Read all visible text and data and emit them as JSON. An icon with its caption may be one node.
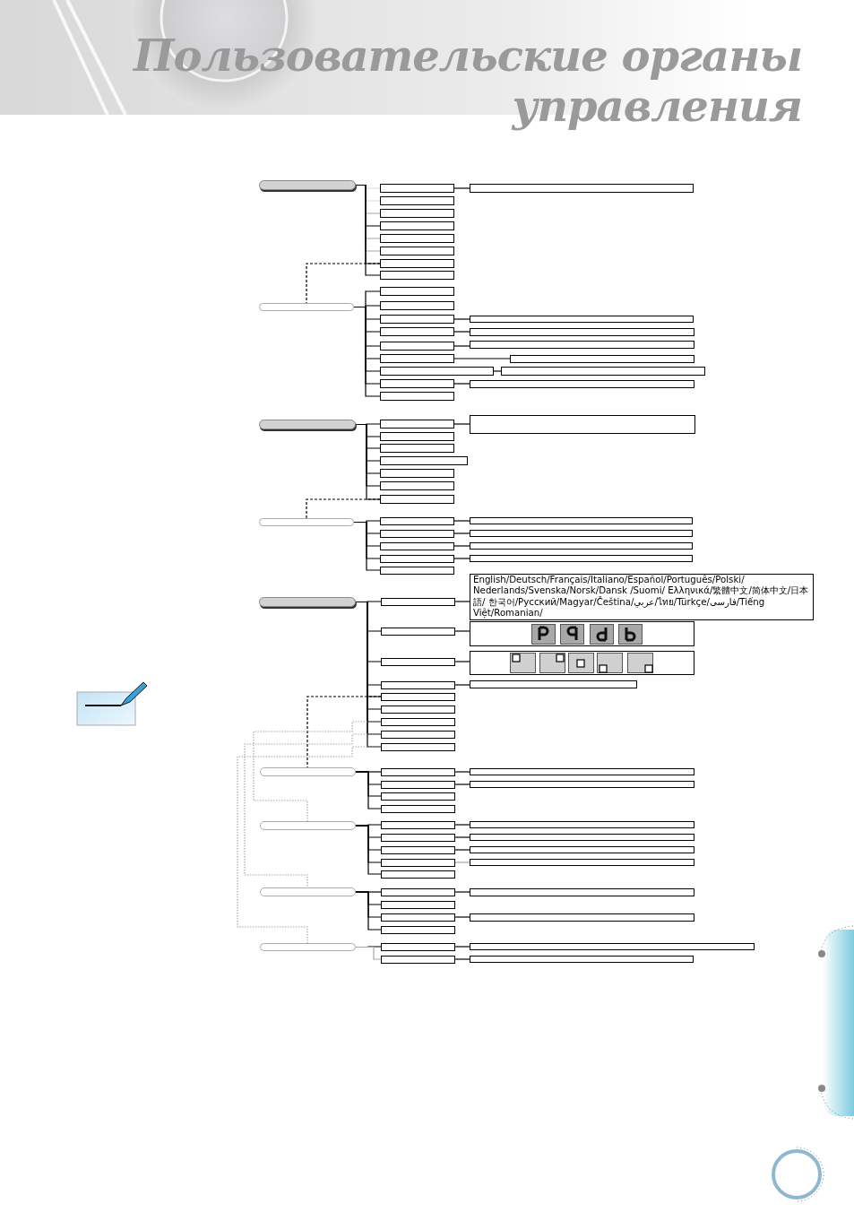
{
  "diagram": {
    "title": "Пользовательские органы управления",
    "nodes": [
      {
        "text": [],
        "shape": "pill"
      },
      {
        "text": [],
        "shape": "box"
      },
      {
        "text": [],
        "shape": "box"
      },
      {
        "text": [],
        "shape": "box"
      },
      {
        "text": [],
        "shape": "box"
      },
      {
        "text": [],
        "shape": "box"
      },
      {
        "text": [],
        "shape": "box"
      },
      {
        "text": [],
        "shape": "box"
      },
      {
        "text": [],
        "shape": "box"
      },
      {
        "text": [],
        "shape": "box"
      },
      {
        "text": [],
        "shape": "pill"
      },
      {
        "text": [],
        "shape": "box"
      },
      {
        "text": [],
        "shape": "box"
      },
      {
        "text": [],
        "shape": "box"
      },
      {
        "text": [],
        "shape": "box"
      },
      {
        "text": [],
        "shape": "box"
      },
      {
        "text": [],
        "shape": "box"
      },
      {
        "text": [],
        "shape": "box"
      },
      {
        "text": [],
        "shape": "box"
      },
      {
        "text": [],
        "shape": "box"
      },
      {
        "text": [],
        "shape": "box"
      },
      {
        "text": [],
        "shape": "box"
      },
      {
        "text": [],
        "shape": "box"
      },
      {
        "text": [],
        "shape": "box"
      },
      {
        "text": [],
        "shape": "box"
      },
      {
        "text": [],
        "shape": "box"
      },
      {
        "text": [],
        "shape": "pill"
      },
      {
        "text": [],
        "shape": "box"
      },
      {
        "text": [],
        "shape": "box"
      },
      {
        "text": [],
        "shape": "box"
      },
      {
        "text": [],
        "shape": "box"
      },
      {
        "text": [],
        "shape": "box"
      },
      {
        "text": [],
        "shape": "box"
      },
      {
        "text": [],
        "shape": "box"
      },
      {
        "text": [],
        "shape": "box"
      },
      {
        "text": [],
        "shape": "pill"
      },
      {
        "text": [],
        "shape": "box"
      },
      {
        "text": [],
        "shape": "box"
      },
      {
        "text": [],
        "shape": "box"
      },
      {
        "text": [],
        "shape": "box"
      },
      {
        "text": [],
        "shape": "box"
      },
      {
        "text": [],
        "shape": "box"
      },
      {
        "text": [],
        "shape": "box"
      },
      {
        "text": [],
        "shape": "box"
      },
      {
        "text": [],
        "shape": "box"
      },
      {
        "text": [],
        "shape": "pill"
      },
      {
        "text": [],
        "shape": "box"
      },
      {
        "text": [],
        "shape": "box"
      },
      {
        "text": [],
        "shape": "box"
      },
      {
        "text": [],
        "shape": "box"
      },
      {
        "text": [],
        "shape": "box"
      },
      {
        "text": [],
        "shape": "box"
      },
      {
        "text": [],
        "shape": "box"
      },
      {
        "text": [],
        "shape": "box"
      },
      {
        "text": [],
        "shape": "box"
      },
      {
        "text": [
          "English/Deutsch/Français/Italiano/Español/Português/Polski/ Nederlands/Svenska/Norsk/Dansk /Suomi/ Ελληνικά/繁體中文/简体中文/日本語/ 한국어/Русский/Magyar/Čeština/عربي/ไทย/Türkçe/فارسی/Tiếng Việt/Romanian/"
        ]
      },
      {
        "text": [],
        "shape": "box"
      },
      {
        "text": [],
        "shape": "box"
      },
      {
        "text": [],
        "shape": "box"
      },
      {
        "text": [],
        "shape": "pill"
      },
      {
        "text": [],
        "shape": "box"
      },
      {
        "text": [],
        "shape": "box"
      },
      {
        "text": [],
        "shape": "box"
      },
      {
        "text": [],
        "shape": "box"
      },
      {
        "text": [],
        "shape": "box"
      },
      {
        "text": [],
        "shape": "box"
      },
      {
        "text": [],
        "shape": "pill"
      },
      {
        "text": [],
        "shape": "box"
      },
      {
        "text": [],
        "shape": "box"
      },
      {
        "text": [],
        "shape": "box"
      },
      {
        "text": [],
        "shape": "box"
      },
      {
        "text": [],
        "shape": "box"
      },
      {
        "text": [],
        "shape": "box"
      },
      {
        "text": [],
        "shape": "box"
      },
      {
        "text": [],
        "shape": "box"
      },
      {
        "text": [],
        "shape": "box"
      },
      {
        "text": [],
        "shape": "pill"
      },
      {
        "text": [],
        "shape": "box"
      },
      {
        "text": [],
        "shape": "box"
      },
      {
        "text": [],
        "shape": "box"
      },
      {
        "text": [],
        "shape": "box"
      },
      {
        "text": [],
        "shape": "box"
      },
      {
        "text": [],
        "shape": "box"
      },
      {
        "text": [],
        "shape": "pill"
      },
      {
        "text": [],
        "shape": "box"
      },
      {
        "text": [],
        "shape": "box"
      },
      {
        "text": [],
        "shape": "box"
      },
      {
        "text": [],
        "shape": "box"
      }
    ],
    "edges": [
      {
        "from": 0,
        "to": 1,
        "arrow": "none",
        "color": "#d9d9d9"
      },
      {
        "from": 0,
        "to": 2,
        "arrow": "none",
        "color": "#d9d9d9"
      },
      {
        "from": 0,
        "to": 3,
        "arrow": "none",
        "color": "#a6a6a6"
      },
      {
        "from": 0,
        "to": 4,
        "arrow": "none"
      },
      {
        "from": 0,
        "to": 5,
        "arrow": "none",
        "color": "#a6a6a6"
      },
      {
        "from": 0,
        "to": 6,
        "arrow": "none",
        "color": "#a6a6a6"
      },
      {
        "from": 0,
        "to": 7,
        "arrow": "none"
      },
      {
        "from": 0,
        "to": 8,
        "arrow": "none"
      },
      {
        "from": 1,
        "to": 9,
        "arrow": "none"
      },
      {
        "from": 7,
        "to": 10,
        "arrow": "none",
        "style": "dashed"
      },
      {
        "from": 10,
        "to": 11,
        "arrow": "none"
      },
      {
        "from": 10,
        "to": 12,
        "arrow": "none"
      },
      {
        "from": 10,
        "to": 13,
        "arrow": "none"
      },
      {
        "from": 10,
        "to": 14,
        "arrow": "none"
      },
      {
        "from": 10,
        "to": 15,
        "arrow": "none"
      },
      {
        "from": 10,
        "to": 16,
        "arrow": "none"
      },
      {
        "from": 10,
        "to": 17,
        "arrow": "none"
      },
      {
        "from": 10,
        "to": 18,
        "arrow": "none"
      },
      {
        "from": 10,
        "to": 19,
        "arrow": "none"
      },
      {
        "from": 13,
        "to": 20,
        "arrow": "none"
      },
      {
        "from": 14,
        "to": 21,
        "arrow": "none"
      },
      {
        "from": 15,
        "to": 22,
        "arrow": "none"
      },
      {
        "from": 16,
        "to": 23,
        "arrow": "none"
      },
      {
        "from": 17,
        "to": 24,
        "arrow": "none"
      },
      {
        "from": 18,
        "to": 25,
        "arrow": "none"
      },
      {
        "from": 26,
        "to": 27,
        "arrow": "none"
      },
      {
        "from": 26,
        "to": 28,
        "arrow": "none"
      },
      {
        "from": 26,
        "to": 29,
        "arrow": "none"
      },
      {
        "from": 26,
        "to": 30,
        "arrow": "none"
      },
      {
        "from": 26,
        "to": 31,
        "arrow": "none"
      },
      {
        "from": 26,
        "to": 32,
        "arrow": "none"
      },
      {
        "from": 26,
        "to": 33,
        "arrow": "none"
      },
      {
        "from": 27,
        "to": 34,
        "arrow": "none"
      },
      {
        "from": 33,
        "to": 35,
        "arrow": "none",
        "style": "dashed"
      },
      {
        "from": 35,
        "to": 36,
        "arrow": "none"
      },
      {
        "from": 35,
        "to": 37,
        "arrow": "none"
      },
      {
        "from": 35,
        "to": 38,
        "arrow": "none"
      },
      {
        "from": 35,
        "to": 39,
        "arrow": "none"
      },
      {
        "from": 35,
        "to": 40,
        "arrow": "none"
      },
      {
        "from": 36,
        "to": 41,
        "arrow": "none"
      },
      {
        "from": 37,
        "to": 42,
        "arrow": "none"
      },
      {
        "from": 38,
        "to": 43,
        "arrow": "none"
      },
      {
        "from": 39,
        "to": 44,
        "arrow": "none"
      },
      {
        "from": 45,
        "to": 46,
        "arrow": "none"
      },
      {
        "from": 45,
        "to": 47,
        "arrow": "none"
      },
      {
        "from": 45,
        "to": 48,
        "arrow": "none"
      },
      {
        "from": 45,
        "to": 49,
        "arrow": "none"
      },
      {
        "from": 45,
        "to": 50,
        "arrow": "none"
      },
      {
        "from": 45,
        "to": 51,
        "arrow": "none"
      },
      {
        "from": 45,
        "to": 52,
        "arrow": "none"
      },
      {
        "from": 45,
        "to": 53,
        "arrow": "none"
      },
      {
        "from": 45,
        "to": 54,
        "arrow": "none"
      },
      {
        "from": 46,
        "to": 55,
        "arrow": "none"
      },
      {
        "from": 47,
        "to": 56,
        "arrow": "none"
      },
      {
        "from": 48,
        "to": 57,
        "arrow": "none"
      },
      {
        "from": 49,
        "to": 58,
        "arrow": "none"
      },
      {
        "from": 50,
        "to": 59,
        "arrow": "none",
        "style": "dashed"
      },
      {
        "from": 52,
        "to": 66,
        "arrow": "none",
        "style": "dashed",
        "color": "#a6a6a6"
      },
      {
        "from": 53,
        "to": 76,
        "arrow": "none",
        "style": "dashed",
        "color": "#a6a6a6"
      },
      {
        "from": 54,
        "to": 83,
        "arrow": "none",
        "style": "dashed",
        "color": "#a6a6a6"
      },
      {
        "from": 59,
        "to": 60,
        "arrow": "none"
      },
      {
        "from": 59,
        "to": 61,
        "arrow": "none"
      },
      {
        "from": 59,
        "to": 62,
        "arrow": "none"
      },
      {
        "from": 59,
        "to": 63,
        "arrow": "none"
      },
      {
        "from": 60,
        "to": 64,
        "arrow": "none"
      },
      {
        "from": 61,
        "to": 65,
        "arrow": "none"
      },
      {
        "from": 66,
        "to": 67,
        "arrow": "none"
      },
      {
        "from": 66,
        "to": 68,
        "arrow": "none"
      },
      {
        "from": 66,
        "to": 69,
        "arrow": "none"
      },
      {
        "from": 66,
        "to": 70,
        "arrow": "none"
      },
      {
        "from": 66,
        "to": 71,
        "arrow": "none"
      },
      {
        "from": 67,
        "to": 72,
        "arrow": "none"
      },
      {
        "from": 68,
        "to": 73,
        "arrow": "none"
      },
      {
        "from": 69,
        "to": 74,
        "arrow": "none"
      },
      {
        "from": 70,
        "to": 75,
        "arrow": "none",
        "color": "#a6a6a6"
      },
      {
        "from": 76,
        "to": 77,
        "arrow": "none"
      },
      {
        "from": 76,
        "to": 78,
        "arrow": "none"
      },
      {
        "from": 76,
        "to": 79,
        "arrow": "none"
      },
      {
        "from": 76,
        "to": 80,
        "arrow": "none"
      },
      {
        "from": 77,
        "to": 81,
        "arrow": "none"
      },
      {
        "from": 79,
        "to": 82,
        "arrow": "none"
      },
      {
        "from": 83,
        "to": 84,
        "arrow": "none"
      },
      {
        "from": 83,
        "to": 85,
        "arrow": "none",
        "color": "#a6a6a6"
      },
      {
        "from": 84,
        "to": 86,
        "arrow": "none"
      },
      {
        "from": 85,
        "to": 87,
        "arrow": "none"
      }
    ]
  }
}
